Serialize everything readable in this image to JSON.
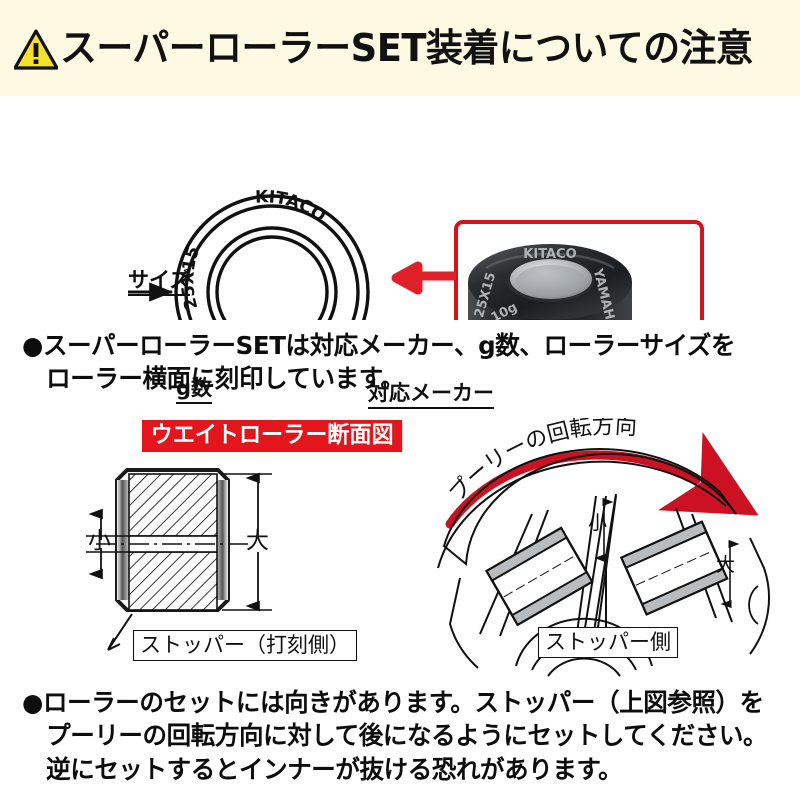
{
  "header": {
    "icon": "warning-triangle-icon",
    "title": "スーパーローラーSET装着についての注意",
    "bg_color": "#fdf9e3",
    "icon_fill": "#f5e02a"
  },
  "ring_diagram": {
    "engraving": {
      "brand": "KITACO",
      "size": "25X15",
      "weight": "10g",
      "maker": "YAMAHA"
    },
    "callouts": {
      "size": "サイズ",
      "grams": "g数",
      "maker": "対応メーカー"
    }
  },
  "photo": {
    "caption_engraving": [
      "KITACO",
      "25X15",
      "10g",
      "YAMAHA"
    ],
    "highlight_color": "#d8121a"
  },
  "paragraphs": {
    "p1": "●スーパーローラーSETは対応メーカー、g数、ローラーサイズを\n　ローラー横面に刻印しています。",
    "p2": "●ローラーのセットには向きがあります。ストッパー（上図参照）を\n　プーリーの回転方向に対して後になるようにセットしてください。\n　逆にセットするとインナーが抜ける恐れがあります。"
  },
  "cross_section": {
    "banner": "ウエイトローラー断面図",
    "banner_bg": "#e3161c",
    "dim_small": "小",
    "dim_large": "大",
    "stopper_label": "ストッパー（打刻側）"
  },
  "pulley_diagram": {
    "rotation_label": "プーリーの回転方向",
    "rotation_arrow_color": "#cc1122",
    "dim_small": "小",
    "dim_large": "大",
    "stopper_label": "ストッパー側"
  }
}
